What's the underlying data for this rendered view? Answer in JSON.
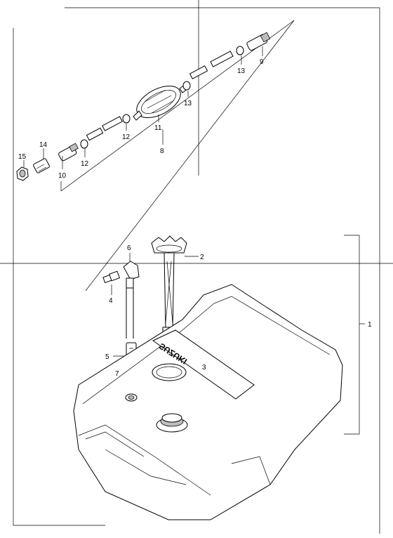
{
  "callouts": {
    "c1": "1",
    "c2": "2",
    "c3": "3",
    "c4": "4",
    "c5": "5",
    "c6": "6",
    "c7": "7",
    "c8": "8",
    "c9": "9",
    "c10": "10",
    "c11": "11",
    "c12a": "12",
    "c12b": "12",
    "c13a": "13",
    "c13b": "13",
    "c14": "14",
    "c15": "15"
  },
  "tank_logo_text": "SUZUKI"
}
